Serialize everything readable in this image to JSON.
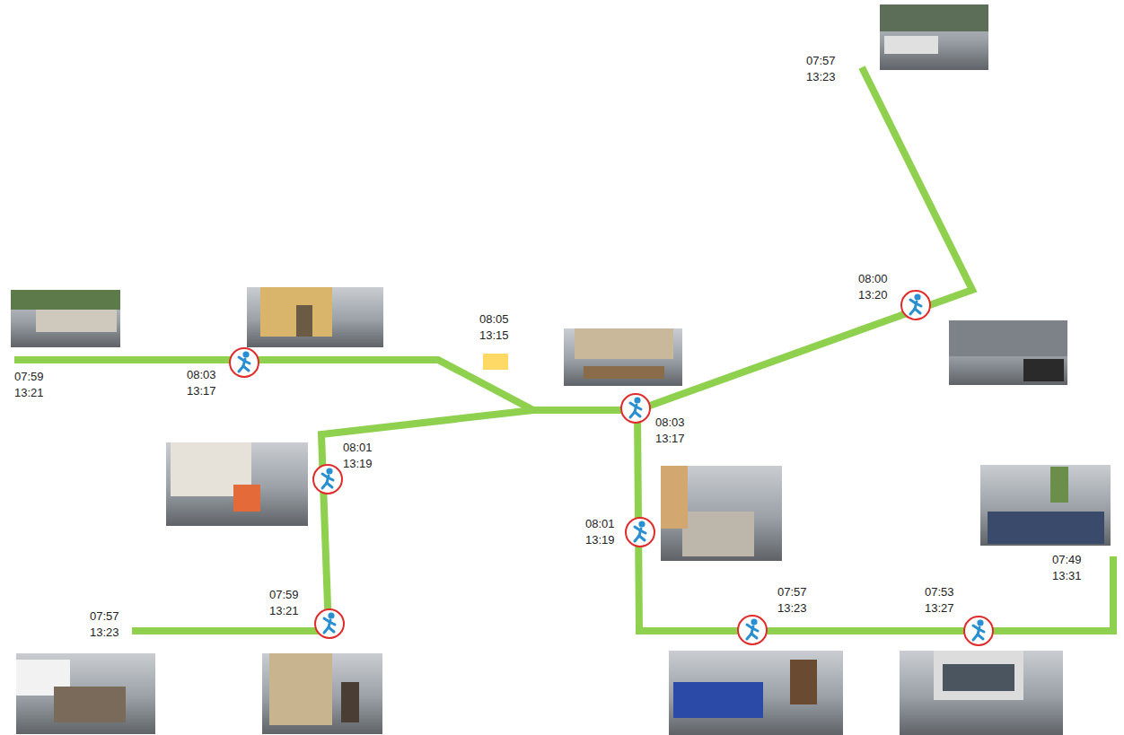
{
  "diagram": {
    "labels": [
      "07:57 13:23",
      "08:00 13:20",
      "08:05 13:15",
      "07:59 13:21",
      "08:03 13:17",
      "08:03 13:17",
      "08:01 13:19",
      "08:01 13:19",
      "07:49 13:31",
      "07:57 13:23",
      "07:53 13:27",
      "07:59 13:21",
      "07:57 13:23"
    ]
  }
}
